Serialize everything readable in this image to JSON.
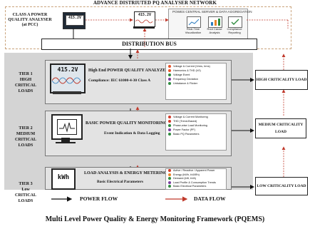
{
  "header": {
    "title": "ADVANCE DISTRIUTED PQ ANALYSER NETWORK"
  },
  "class_analyser": {
    "line1": "CLASS A POWER",
    "line2": "QUALITY ANALYSER",
    "line3": "(at PCC)",
    "reading": "415.2V"
  },
  "server": {
    "title": "POWES CENTRAL SERVER & DATA AGGREGATION",
    "reading": "415.2V",
    "items": [
      {
        "line1": "Real-Time",
        "line2": "Visualization"
      },
      {
        "line1": "Root Cause",
        "line2": "Analysis"
      },
      {
        "line1": "Compliance",
        "line2": "Reporting"
      }
    ]
  },
  "bus": {
    "label": "DISTRIBUTION BUS"
  },
  "tiers": [
    {
      "label": [
        "TIER 1",
        "HIGH",
        "CRITICAL LOADS"
      ],
      "heading": "High End POWER QUALITY ANALYZER:",
      "subheading": "Compliance: IEC 61000-4-30 Class A",
      "screen": "415.2V",
      "bullets": [
        {
          "text": "Voltage & Current (Vrms, Irms)",
          "color": "#e8542a"
        },
        {
          "text": "Harmonics & THD (V/I)",
          "color": "#e8542a"
        },
        {
          "text": "Voltage Event",
          "color": "#2e8b3e"
        },
        {
          "text": "Frequency Deviation",
          "color": "#7a3fa0"
        },
        {
          "text": "Unbalance & Flicker",
          "color": "#2e8b3e"
        }
      ],
      "critical": "HIGH CRITICALITY LOAD"
    },
    {
      "label": [
        "TIER 2",
        "MEDIUM",
        "CRITICAL LOADS"
      ],
      "heading": "BASIC POWER QUALITY MONITORING",
      "subheading": "Event Indication & Data Logging",
      "screen": "",
      "bullets": [
        {
          "text": "Voltage & Current Monitoring",
          "color": "#d33a2a"
        },
        {
          "text": "THD (Trend-Based)",
          "color": "#d33a2a"
        },
        {
          "text": "Phase-wise Load Monitoring",
          "color": "#2e8b3e"
        },
        {
          "text": "Power Factor (PF)",
          "color": "#7a3fa0"
        },
        {
          "text": "Basic PQ Parameters",
          "color": "#2e8b3e"
        }
      ],
      "critical": "MEDIUM CRITICALITY LOAD"
    },
    {
      "label": [
        "TIER 3",
        "Low",
        "CRITICAL LOADS"
      ],
      "heading": "LOAD ANALYSIS & ENERGY METERING",
      "subheading": "Basic Electrical Parameters",
      "screen": "kWh",
      "bullets": [
        {
          "text": "Active / Reactive / Apparent Power",
          "color": "#d33a2a"
        },
        {
          "text": "Energy (kWh, kVARh)",
          "color": "#e8862a"
        },
        {
          "text": "Demand (kW, kVA)",
          "color": "#2e8b3e"
        },
        {
          "text": "Load Profile & Consumption Trends",
          "color": "#7a3fa0"
        },
        {
          "text": "Basic Electrical Parameters",
          "color": "#2e8b3e"
        }
      ],
      "critical": "LOW CRITICALITY LOAD"
    }
  ],
  "legend": {
    "power": "POWER FLOW",
    "data": "DATA FLOW"
  },
  "footer": {
    "title": "Multi Level Power Quality & Energy  Monitoring Framework (PQEMS)"
  }
}
